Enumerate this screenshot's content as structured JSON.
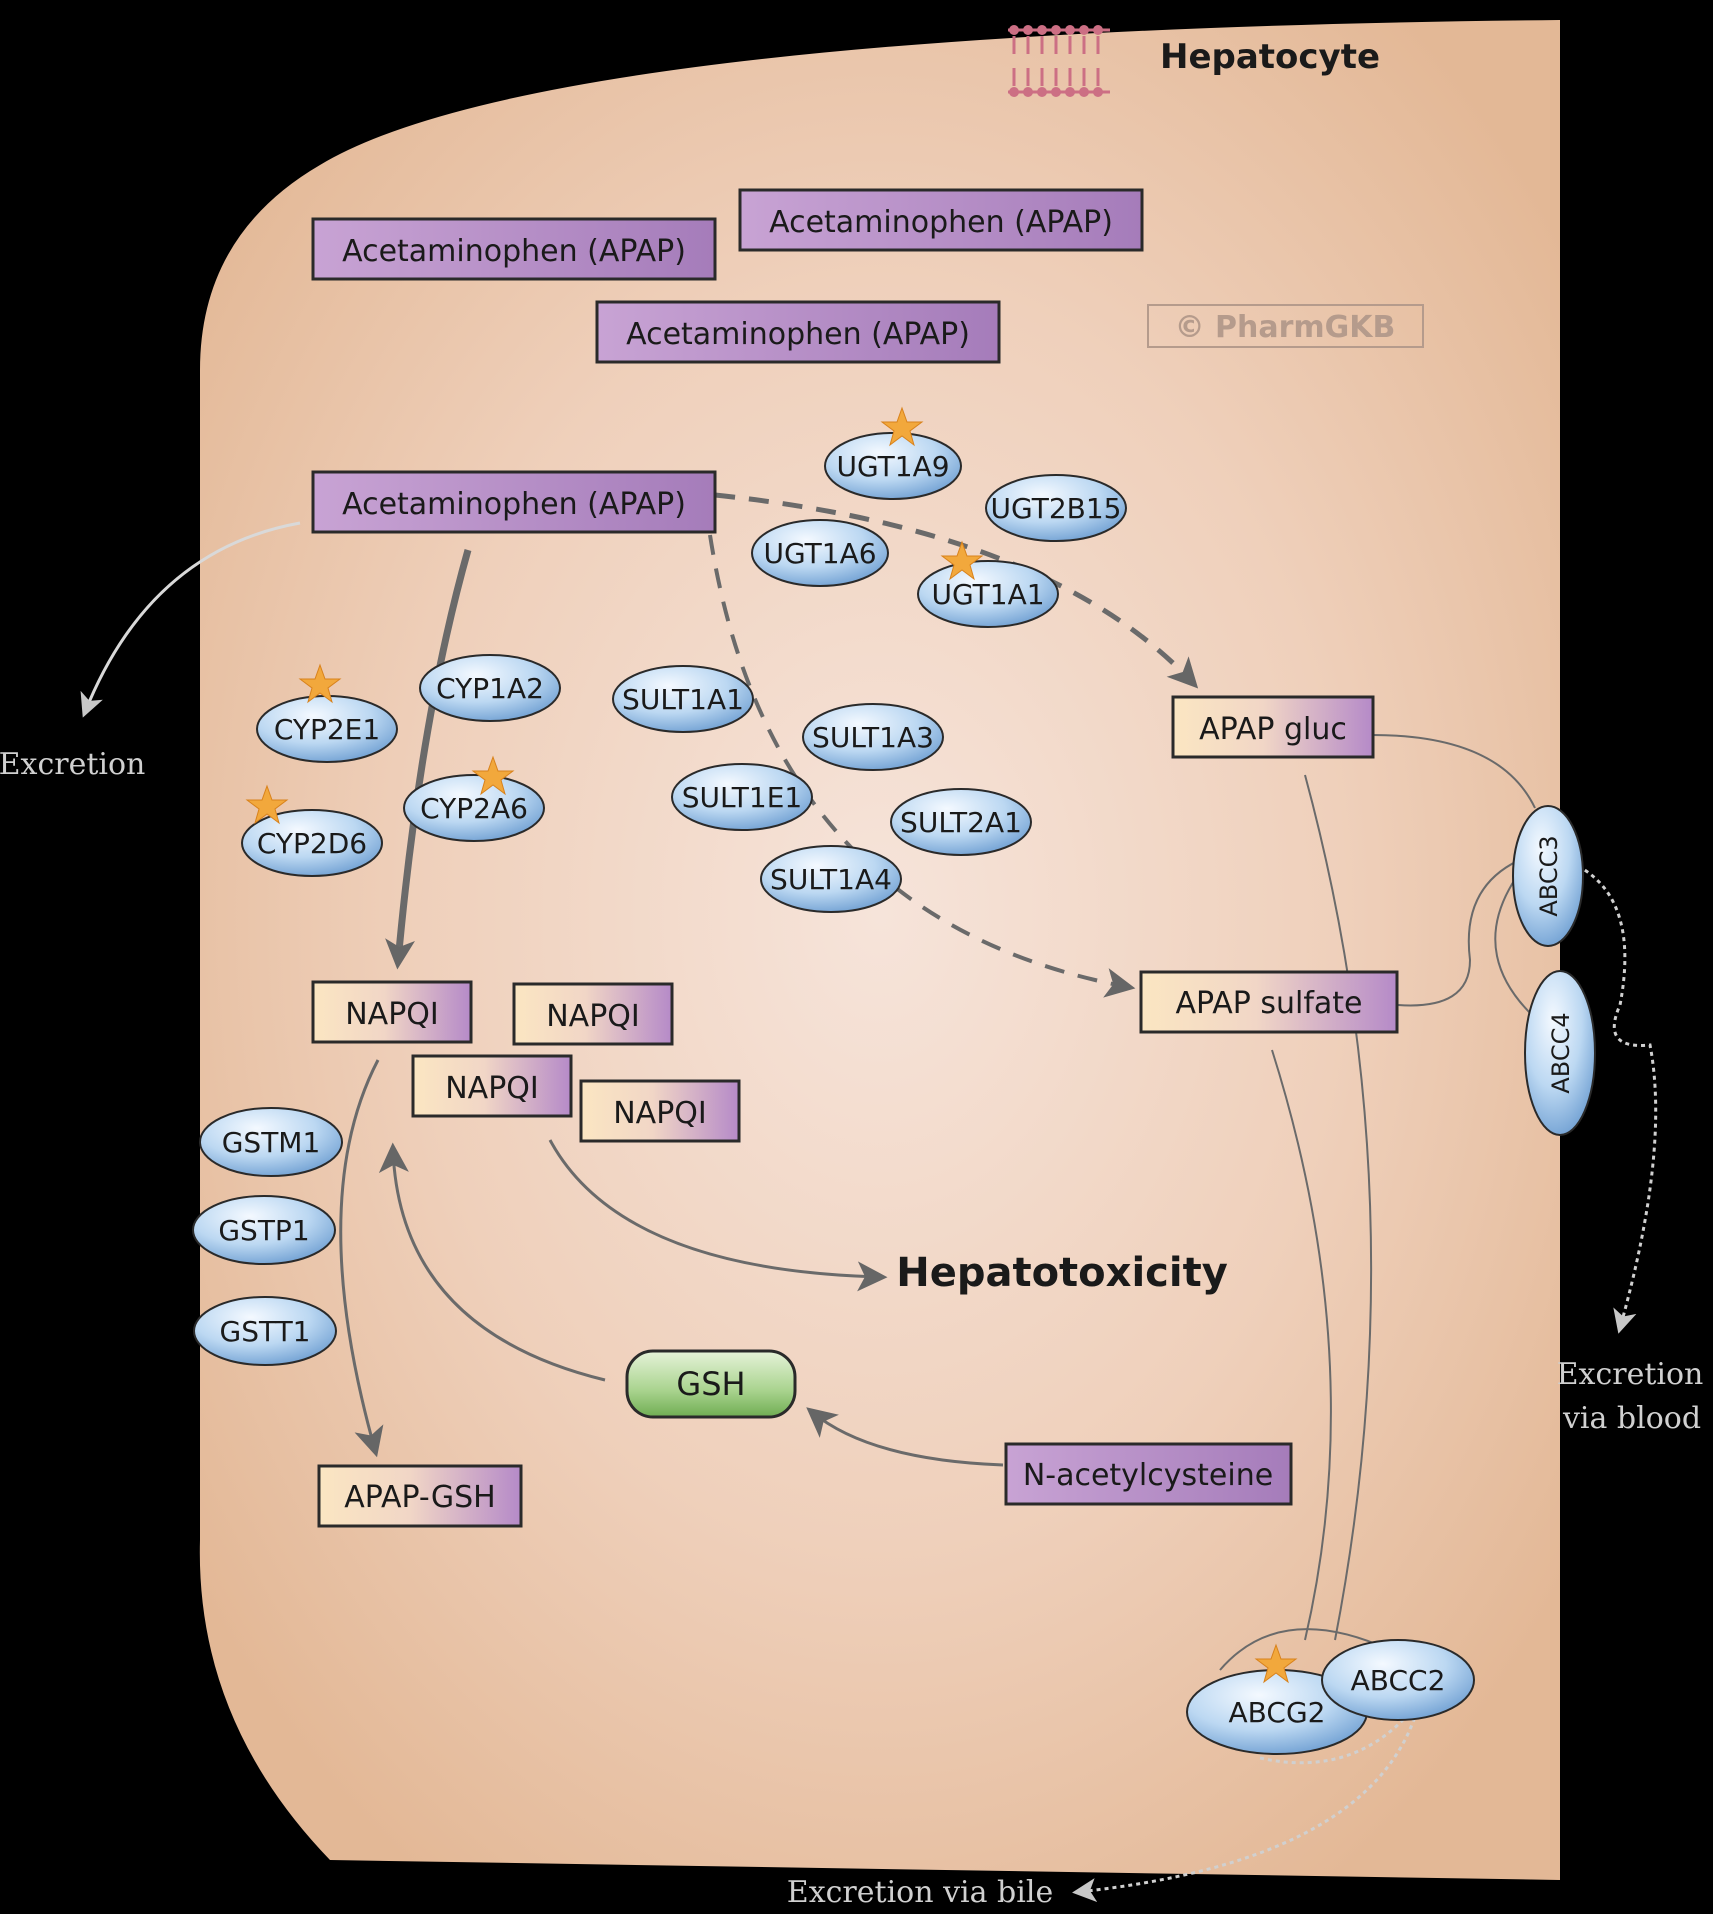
{
  "cell": {
    "title": "Hepatocyte",
    "watermark": "© PharmGKB"
  },
  "colors": {
    "cell_fill": "#e9c3a4",
    "cell_center": "#f6e1d6",
    "box_purple": "#b88fc8",
    "box_peach": "#f8dfb6",
    "enzyme_blue": "#a9cdee",
    "gsh_green": "#8cc276",
    "arrow": "#6f6f6f",
    "star": "#f3a43a"
  },
  "substrates": [
    {
      "label": "Acetaminophen (APAP)"
    },
    {
      "label": "Acetaminophen (APAP)"
    },
    {
      "label": "Acetaminophen (APAP)"
    },
    {
      "label": "Acetaminophen (APAP)"
    }
  ],
  "metabolites": {
    "apap_gluc": "APAP gluc",
    "apap_sulfate": "APAP sulfate",
    "napqi": [
      "NAPQI",
      "NAPQI",
      "NAPQI",
      "NAPQI"
    ],
    "apap_gsh": "APAP-GSH",
    "n_acetylcysteine": "N-acetylcysteine",
    "gsh": "GSH"
  },
  "outcome": {
    "hepatotoxicity": "Hepatotoxicity"
  },
  "enzymes": {
    "ugt": [
      "UGT1A9",
      "UGT2B15",
      "UGT1A6",
      "UGT1A1"
    ],
    "cyp": [
      "CYP1A2",
      "CYP2E1",
      "CYP2A6",
      "CYP2D6"
    ],
    "sult": [
      "SULT1A1",
      "SULT1A3",
      "SULT1E1",
      "SULT2A1",
      "SULT1A4"
    ],
    "gst": [
      "GSTM1",
      "GSTP1",
      "GSTT1"
    ]
  },
  "transporters": [
    "ABCC3",
    "ABCC4",
    "ABCG2",
    "ABCC2"
  ],
  "excretion": {
    "left": "Excretion",
    "blood_line1": "Excretion",
    "blood_line2": "via blood",
    "bile": "Excretion via bile"
  }
}
